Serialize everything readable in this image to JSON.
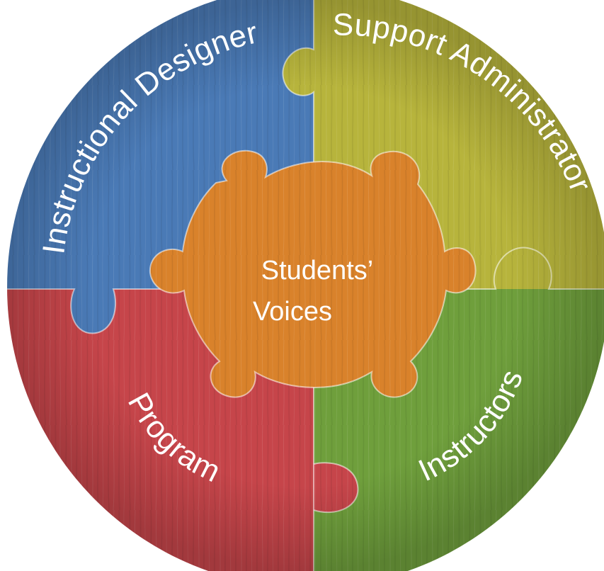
{
  "diagram": {
    "center": {
      "lines": [
        "Students’",
        "Voices"
      ],
      "color": "#d9822b"
    },
    "pieces": [
      {
        "id": "top-left",
        "label": "Instructional Designer",
        "color": "#4a7ab6"
      },
      {
        "id": "top-right",
        "label": "Support Administrator",
        "color": "#b7b43c"
      },
      {
        "id": "bottom-left",
        "label": "Program",
        "color": "#c6454a"
      },
      {
        "id": "bottom-right",
        "label": "Instructors",
        "color": "#6f9f3c"
      }
    ]
  }
}
